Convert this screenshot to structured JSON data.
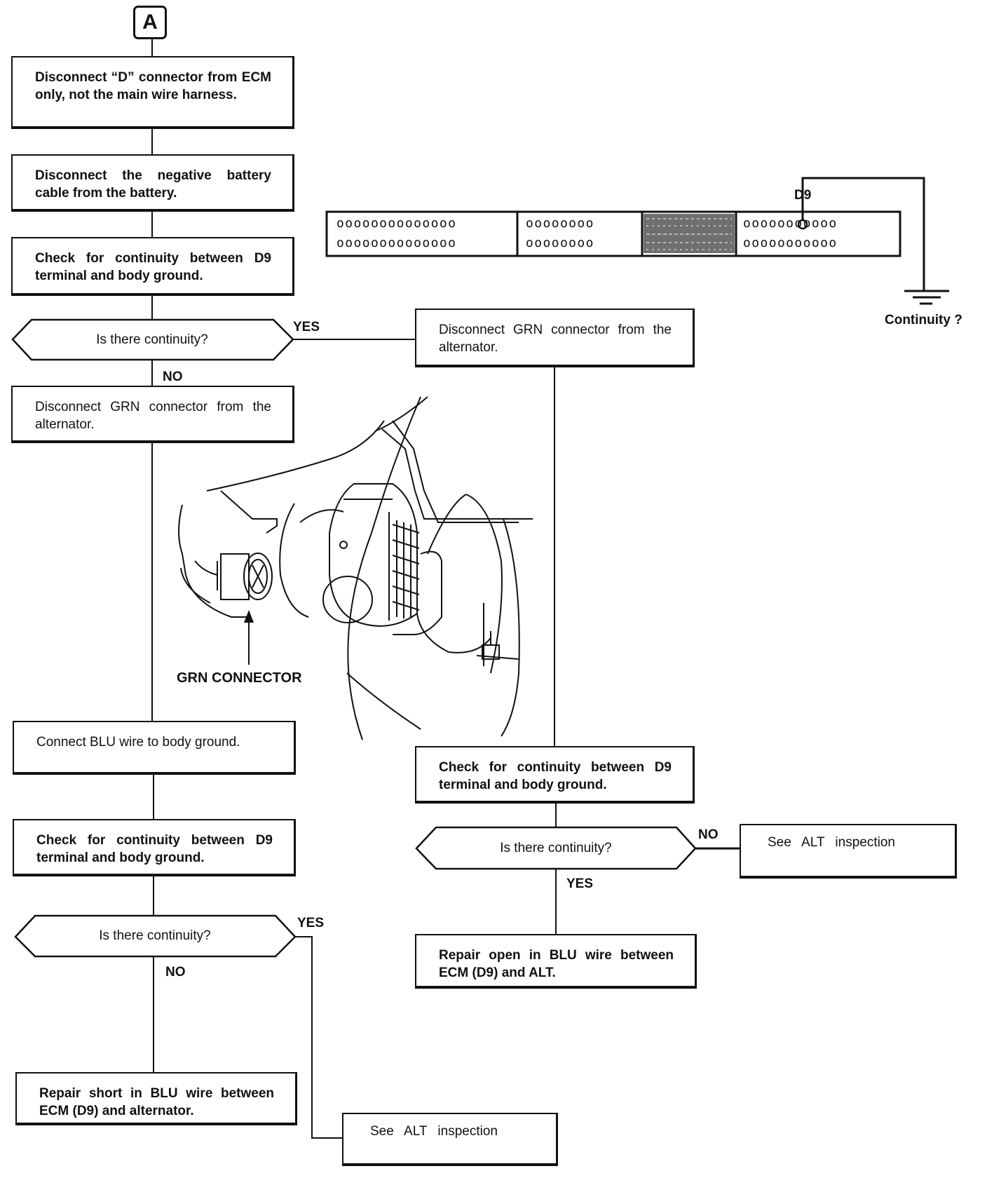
{
  "start": {
    "label": "A"
  },
  "boxes": {
    "b1": "Disconnect “D” connector from ECM only, not the main wire harness.",
    "b2": "Disconnect the negative battery cable from the battery.",
    "b3": "Check for continuity between D9 terminal and body ground.",
    "b4": "Disconnect GRN connector from the alternator.",
    "b5": "Connect BLU wire to body ground.",
    "b6": "Check for continuity between D9 terminal and body ground.",
    "b7": "Repair short in BLU wire between ECM (D9) and alternator.",
    "b8": "See ALT inspection",
    "r1": "Disconnect GRN connector from the alternator.",
    "r2": "Check for continuity between D9 terminal and body ground.",
    "r3": "See ALT inspection",
    "r4": "Repair open in BLU wire between ECM (D9) and ALT."
  },
  "decisions": {
    "d1": "Is there continuity?",
    "d2": "Is there continuity?",
    "d3": "Is there continuity?"
  },
  "labels": {
    "yes1": "YES",
    "no1": "NO",
    "yes2": "YES",
    "no2": "NO",
    "no3": "NO",
    "yes3": "YES"
  },
  "connector": {
    "pin_label": "D9",
    "ground_label": "Continuity ?",
    "rows": {
      "s1r1": "oooooooooooooo",
      "s1r2": "oooooooooooooo",
      "s2r1": "oooooooo",
      "s2r2": "oooooooo",
      "s4r1": "ooooooooooo",
      "s4r2": "ooooooooooo"
    }
  },
  "illustration": {
    "callout": "GRN CONNECTOR"
  }
}
